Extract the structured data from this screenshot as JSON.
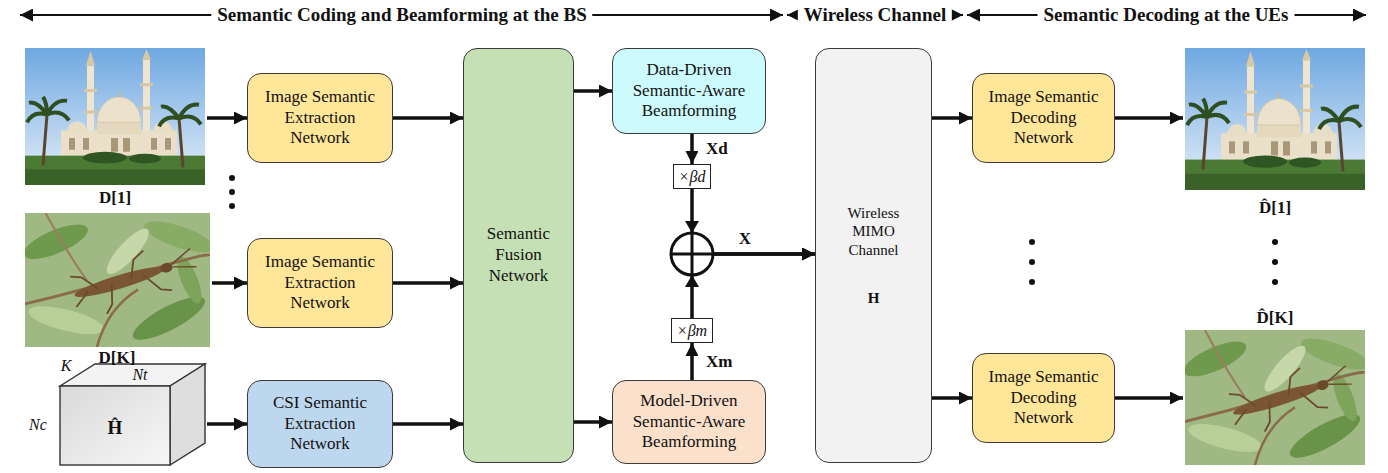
{
  "diagram": {
    "nodes": [
      {
        "text": [
          "Image Semantic Extraction Network"
        ]
      },
      {
        "text": [
          "Image Semantic Extraction Network"
        ]
      },
      {
        "text": [
          "CSI Semantic Extraction Network"
        ]
      },
      {
        "text": [
          "Semantic Fusion Network"
        ]
      },
      {
        "text": [
          "Data-Driven Semantic-Aware Beamforming"
        ]
      },
      {
        "text": [
          "×βd"
        ]
      },
      {
        "text": [
          "×βm"
        ]
      },
      {
        "text": [
          "Model-Driven Semantic-Aware Beamforming"
        ]
      },
      {
        "text": [
          "Wireless MIMO Channel",
          "H"
        ]
      },
      {
        "text": [
          "Image Semantic Decoding Network"
        ]
      },
      {
        "text": [
          "Image Semantic Decoding Network"
        ]
      }
    ],
    "edges": [
      {
        "from": 0,
        "to": 3,
        "arrow": "to"
      },
      {
        "from": 1,
        "to": 3,
        "arrow": "to"
      },
      {
        "from": 2,
        "to": 3,
        "arrow": "to"
      },
      {
        "from": 3,
        "to": 4,
        "arrow": "to"
      },
      {
        "from": 3,
        "to": 7,
        "arrow": "to"
      },
      {
        "from": 4,
        "to": 5,
        "label": "Xd",
        "arrow": "to"
      },
      {
        "from": 7,
        "to": 6,
        "label": "Xm",
        "arrow": "to"
      },
      {
        "from": 5,
        "to": 8,
        "arrow": "to"
      },
      {
        "from": 6,
        "to": 8,
        "arrow": "to"
      },
      {
        "from": 8,
        "to": 9,
        "arrow": "to"
      },
      {
        "from": 8,
        "to": 10,
        "arrow": "to"
      }
    ],
    "labels": [
      "Semantic Coding and Beamforming at the BS",
      "Wireless Channel",
      "Semantic Decoding at the UEs",
      "D[1]",
      "D[K]",
      "K",
      "Nt",
      "Nc",
      "Ĥ",
      "X",
      "D̂[1]",
      "D̂[K]"
    ]
  }
}
